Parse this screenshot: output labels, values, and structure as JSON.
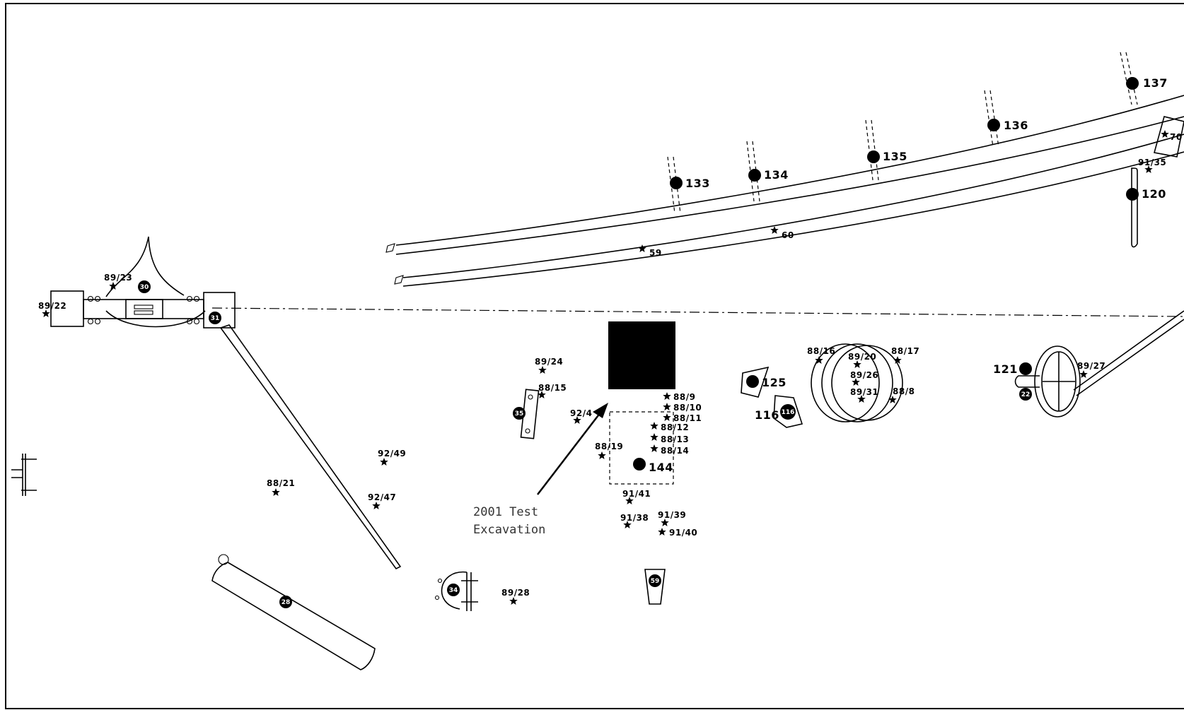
{
  "annotation": {
    "line1": "2001 Test",
    "line2": "Excavation"
  },
  "finds": {
    "f59": "59",
    "f60": "60",
    "f70": "70",
    "f89_22": "89/22",
    "f89_23": "89/23",
    "f89_24": "89/24",
    "f88_15": "88/15",
    "f92_4": "92/4",
    "f88_9": "88/9",
    "f88_10": "88/10",
    "f88_11": "88/11",
    "f88_12": "88/12",
    "f88_13": "88/13",
    "f88_14": "88/14",
    "f88_19": "88/19",
    "f91_41": "91/41",
    "f91_38": "91/38",
    "f91_39": "91/39",
    "f91_40": "91/40",
    "f92_49": "92/49",
    "f92_47": "92/47",
    "f88_21": "88/21",
    "f89_28": "89/28",
    "f88_16": "88/16",
    "f89_20": "89/20",
    "f88_17": "88/17",
    "f89_26": "89/26",
    "f89_31": "89/31",
    "f88_8": "88/8",
    "f89_27": "89/27",
    "f91_35": "91/35"
  },
  "anchors": {
    "a133": "133",
    "a134": "134",
    "a135": "135",
    "a136": "136",
    "a137": "137",
    "a120": "120",
    "a121": "121",
    "a125": "125",
    "a116": "116",
    "a144": "144"
  },
  "circled": {
    "c22": "22",
    "c28": "28",
    "c30": "30",
    "c31": "31",
    "c34": "34",
    "c35": "35",
    "c59": "59",
    "c116": "116"
  },
  "colors": {
    "ink": "#000000",
    "annotation": "#333333",
    "background": "#ffffff"
  }
}
